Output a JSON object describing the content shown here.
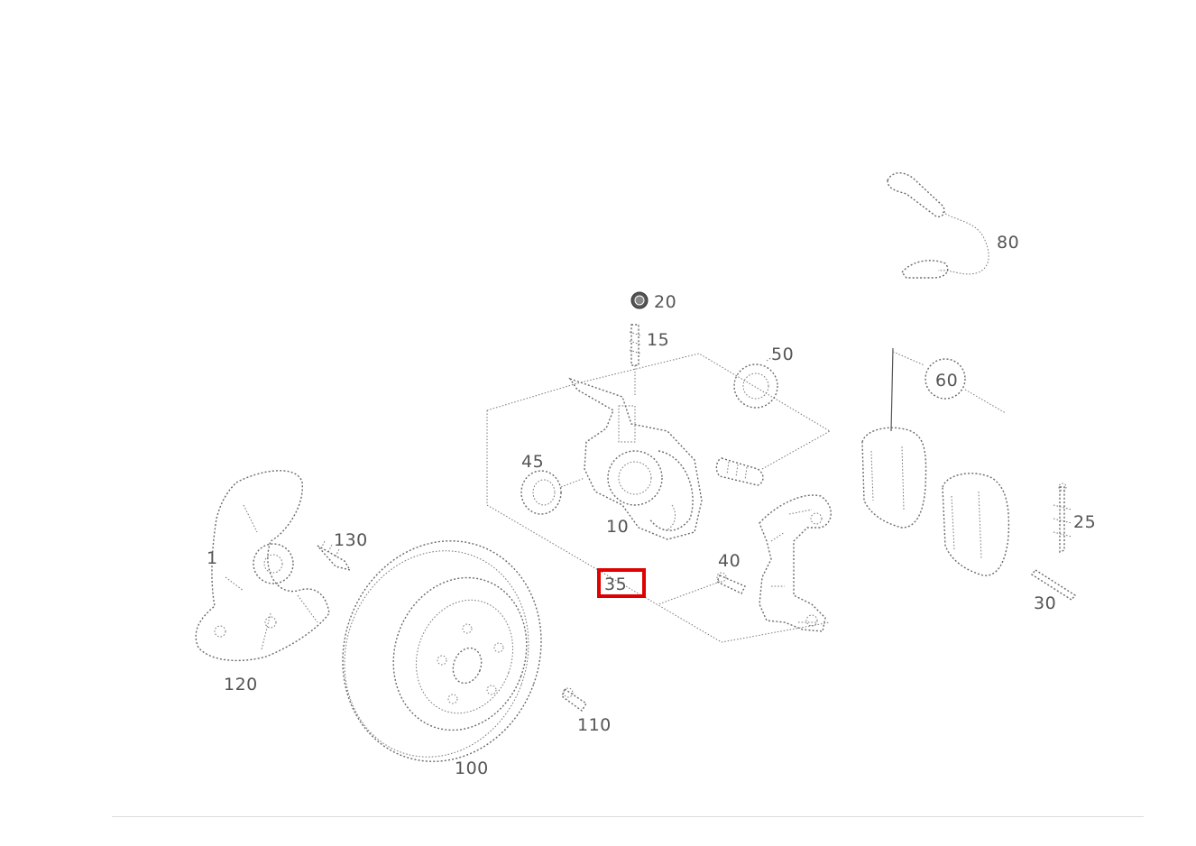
{
  "callouts": {
    "c1": "1",
    "c10": "10",
    "c15": "15",
    "c20": "20",
    "c25": "25",
    "c30": "30",
    "c35": "35",
    "c40": "40",
    "c45": "45",
    "c50": "50",
    "c60": "60",
    "c80": "80",
    "c100": "100",
    "c110": "110",
    "c120": "120",
    "c130": "130"
  },
  "highlight": {
    "callout": "35",
    "color": "#e00000"
  }
}
